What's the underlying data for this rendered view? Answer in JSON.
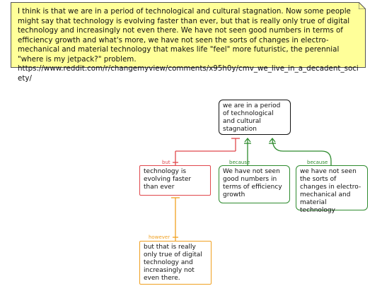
{
  "note": {
    "text": "I think is that we are in a period of technological and cultural stagnation. Now some people might say that technology is evolving faster than ever, but that is really only true of digital technology and increasingly not even there. We have not seen good numbers in terms of efficiency growth and what's more, we have not seen the sorts of changes in electro-mechanical and material technology that makes life \"feel\" more futuristic, the perennial \"where is my jetpack?\" problem. https://www.reddit.com/r/changemyview/comments/x95h0y/cmv_we_live_in_a_decadent_society/"
  },
  "nodes": {
    "claim": "we are in a period of technological and cultural stagnation",
    "objection": "technology is evolving faster than ever",
    "reason1": "We have not seen good numbers in terms of efficiency growth",
    "reason2": "we have not seen the sorts of changes in electro-mechanical and material technology",
    "rebuttal": "but that is really only true of digital technology and increasingly not even there."
  },
  "edges": {
    "but": "but",
    "because1": "because",
    "because2": "because",
    "however": "however"
  },
  "colors": {
    "note_fill": "#ffff99",
    "objection": "#e0474c",
    "reason": "#2e8b2e",
    "rebuttal": "#f0a020",
    "claim": "#111111"
  }
}
